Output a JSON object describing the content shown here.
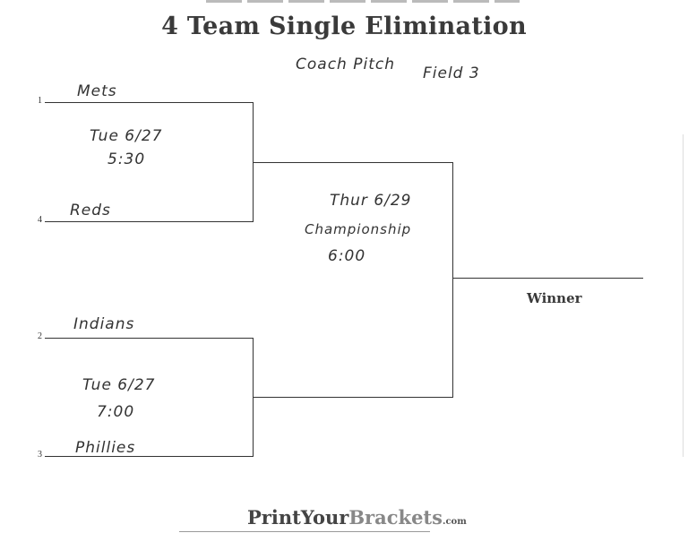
{
  "title": "4 Team Single Elimination",
  "notes": {
    "division": "Coach Pitch",
    "field": "Field 3"
  },
  "seeds": [
    "1",
    "4",
    "2",
    "3"
  ],
  "round1": [
    {
      "team_top": "Mets",
      "team_bottom": "Reds",
      "date": "Tue 6/27",
      "time": "5:30"
    },
    {
      "team_top": "Indians",
      "team_bottom": "Phillies",
      "date": "Tue 6/27",
      "time": "7:00"
    }
  ],
  "final": {
    "date": "Thur 6/29",
    "label": "Championship",
    "time": "6:00"
  },
  "winner_label": "Winner",
  "footer": {
    "brand_dark": "PrintYour",
    "brand_light": "Brackets",
    "suffix": ".com"
  }
}
